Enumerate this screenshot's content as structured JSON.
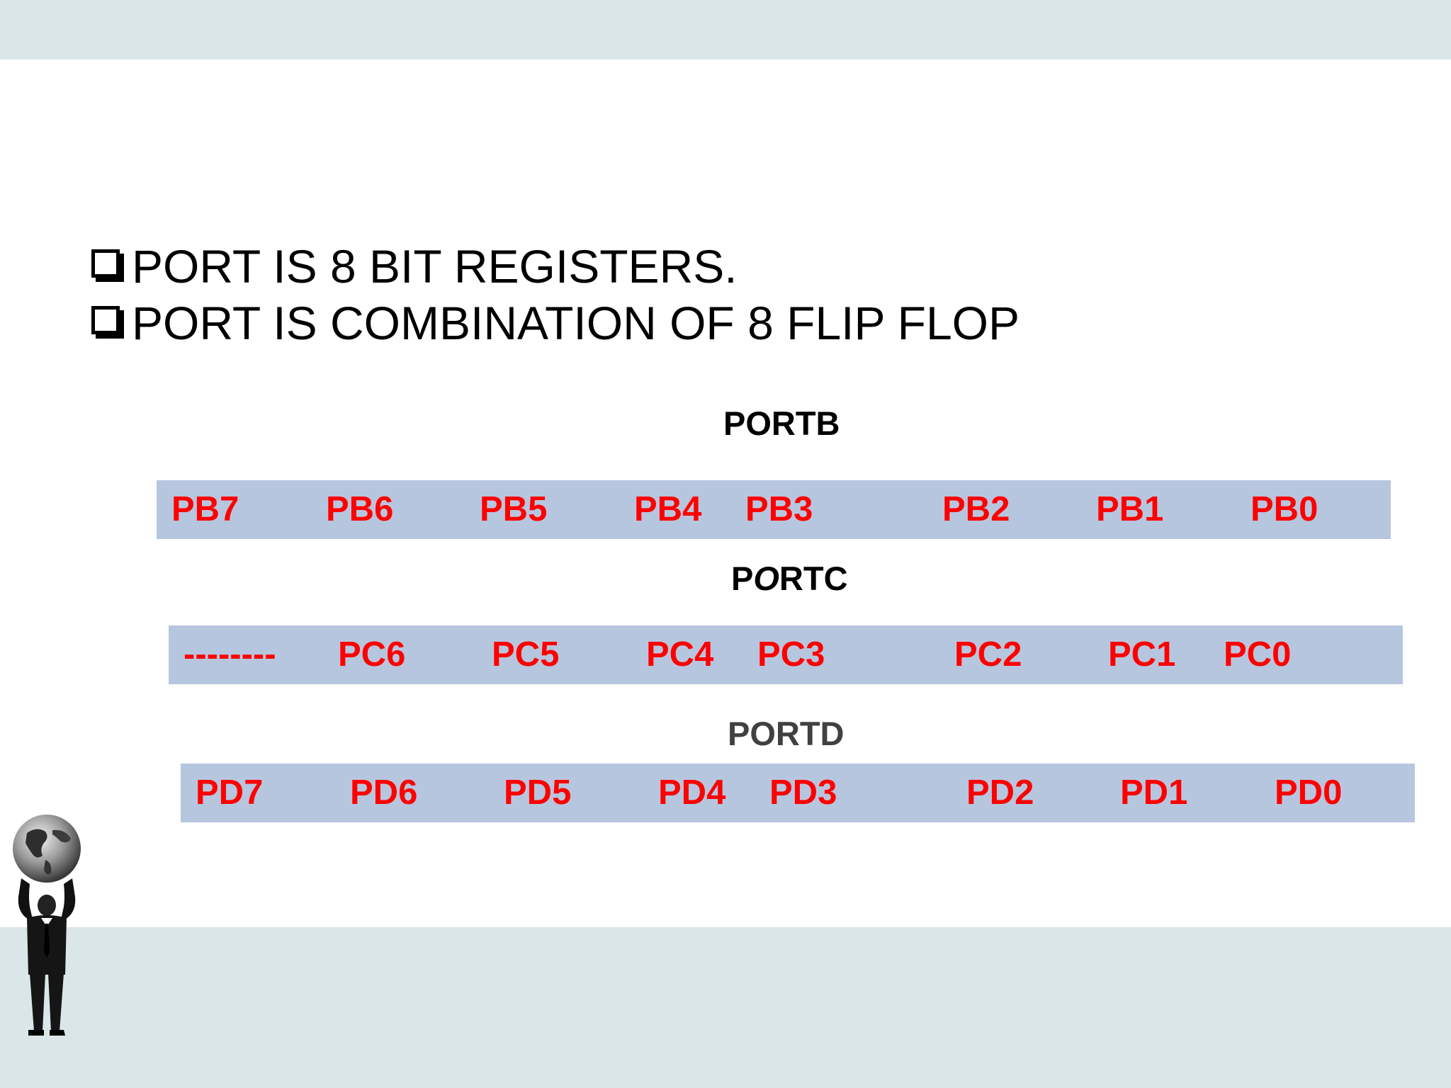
{
  "bullets": [
    "PORT IS 8 BIT REGISTERS.",
    "PORT IS COMBINATION OF 8 FLIP FLOP"
  ],
  "ports": {
    "portb": {
      "title": "PORTB",
      "pins": [
        "PB7",
        "PB6",
        "PB5",
        "PB4",
        "PB3",
        "PB2",
        "PB1",
        "PB0"
      ]
    },
    "portc": {
      "title_p": "P",
      "title_o": "O",
      "title_rest": "RTC",
      "pins": [
        "--------",
        "PC6",
        "PC5",
        "PC4",
        "PC3",
        "PC2",
        "PC1",
        "PC0"
      ]
    },
    "portd": {
      "title": "PORTD",
      "pins": [
        "PD7",
        "PD6",
        "PD5",
        "PD4",
        "PD3",
        "PD2",
        "PD1",
        "PD0"
      ]
    }
  },
  "colors": {
    "band": "#dbe6e9",
    "bar": "#b7c6df",
    "pin_text": "#ff0000",
    "portd_title": "#404040"
  },
  "icons": {
    "bullet": "hollow-square-bullet-icon",
    "figure": "businessman-holding-globe-icon"
  }
}
